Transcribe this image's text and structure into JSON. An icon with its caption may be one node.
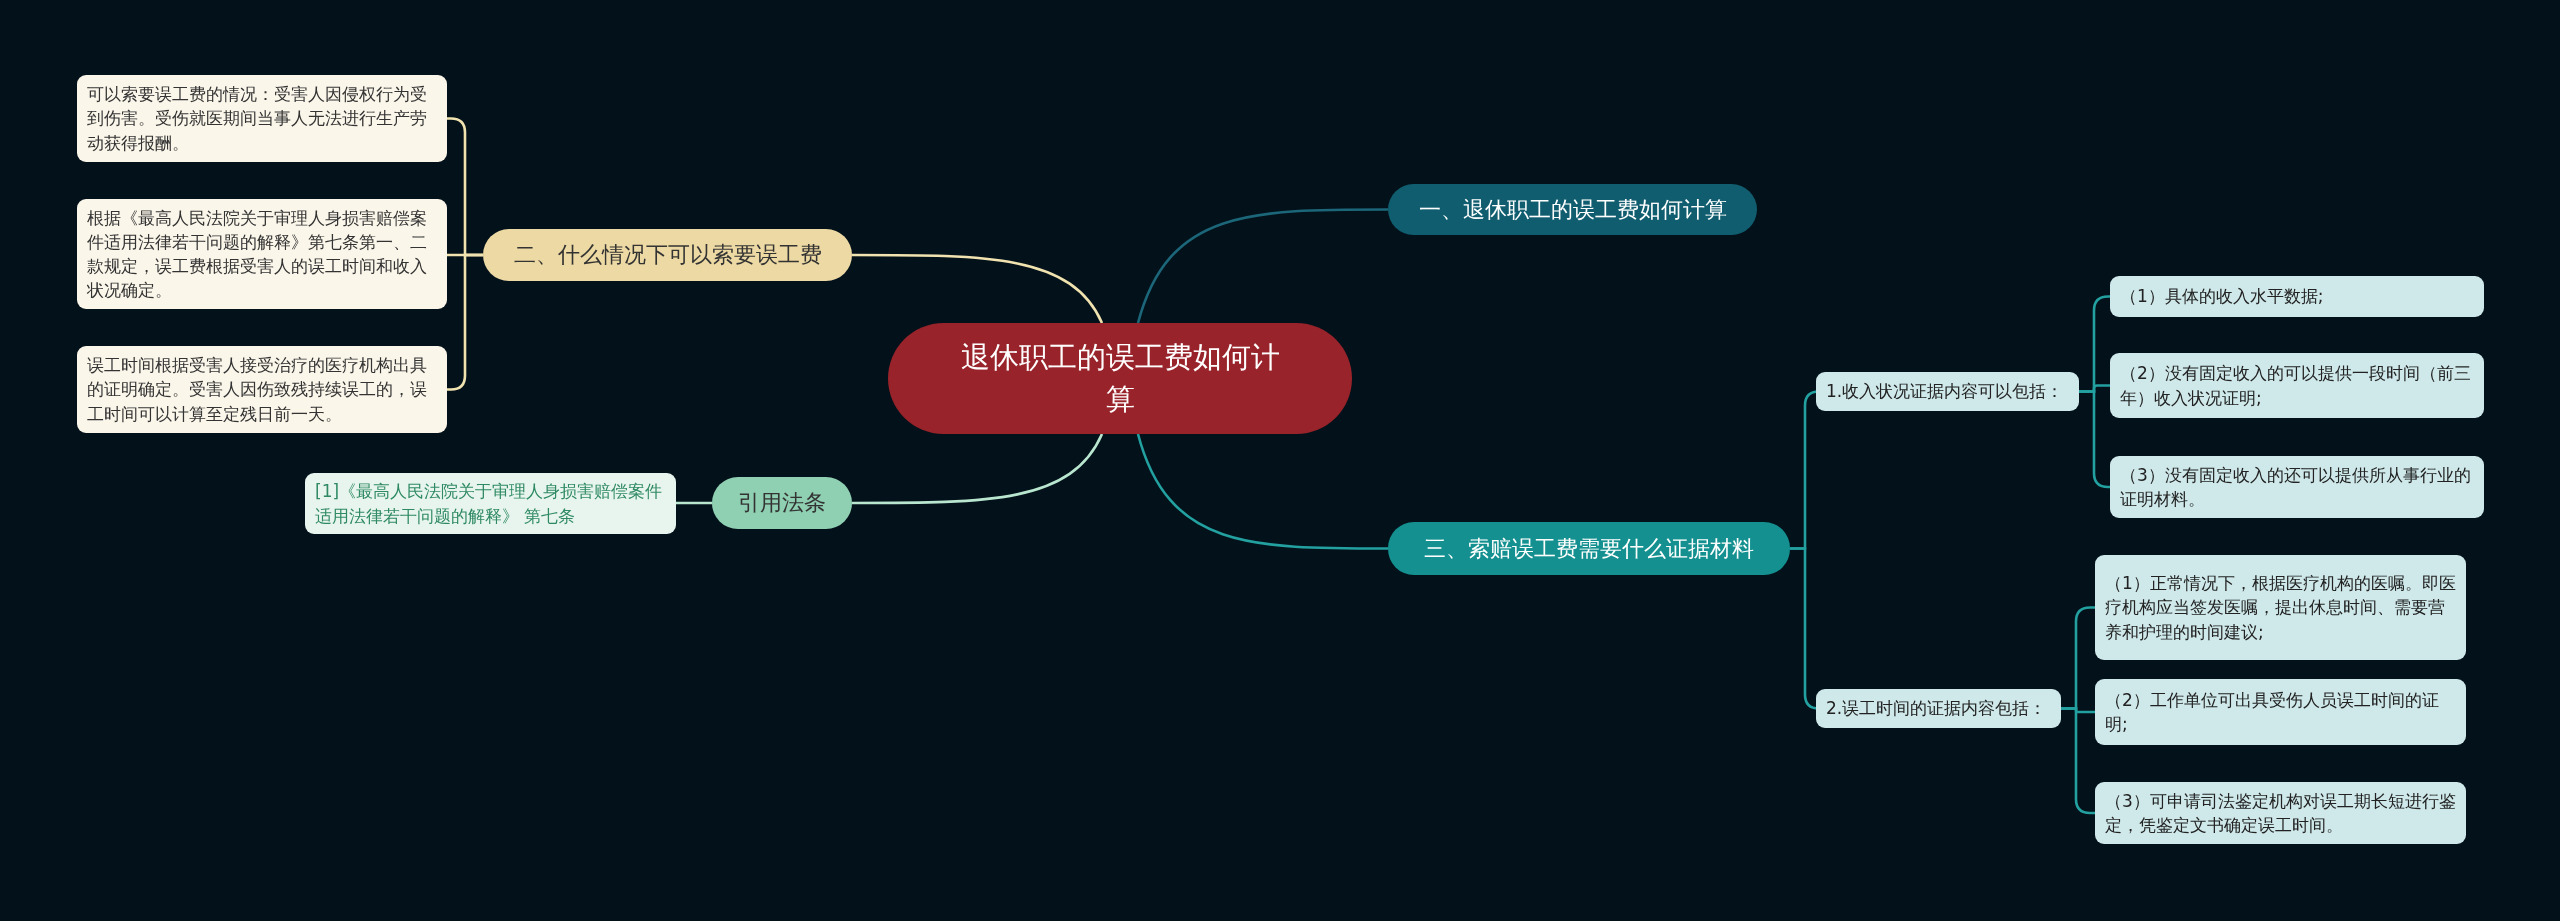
{
  "diagram": {
    "nodes": [
      {
        "text": [
          "退休职工的误工费如何计算"
        ]
      },
      {
        "text": [
          "一、退休职工的误工费如何计算"
        ]
      },
      {
        "text": [
          "二、什么情况下可以索要误工费"
        ]
      },
      {
        "text": [
          "可以索要误工费的情况：受害人因侵权行为受到伤害。受伤就医期间当事人无法进行生产劳动获得报酬。"
        ]
      },
      {
        "text": [
          "根据《最高人民法院关于审理人身损害赔偿案件适用法律若干问题的解释》第七条第一、二款规定，误工费根据受害人的误工时间和收入状况确定。"
        ]
      },
      {
        "text": [
          "误工时间根据受害人接受治疗的医疗机构出具的证明确定。受害人因伤致残持续误工的，误工时间可以计算至定残日前一天。"
        ]
      },
      {
        "text": [
          "引用法条"
        ]
      },
      {
        "text": [
          "[1]《最高人民法院关于审理人身损害赔偿案件适用法律若干问题的解释》 第七条"
        ]
      },
      {
        "text": [
          "三、索赔误工费需要什么证据材料"
        ]
      },
      {
        "text": [
          "1.收入状况证据内容可以包括："
        ]
      },
      {
        "text": [
          "（1）具体的收入水平数据;"
        ]
      },
      {
        "text": [
          "（2）没有固定收入的可以提供一段时间（前三年）收入状况证明;"
        ]
      },
      {
        "text": [
          "（3）没有固定收入的还可以提供所从事行业的证明材料。"
        ]
      },
      {
        "text": [
          "2.误工时间的证据内容包括："
        ]
      },
      {
        "text": [
          "（1）正常情况下，根据医疗机构的医嘱。即医疗机构应当签发医嘱，提出休息时间、需要营养和护理的时间建议;"
        ]
      },
      {
        "text": [
          "（2）工作单位可出具受伤人员误工时间的证明;"
        ]
      },
      {
        "text": [
          "（3）可申请司法鉴定机构对误工期长短进行鉴定，凭鉴定文书确定误工时间。"
        ]
      }
    ],
    "edges": [
      {
        "from": 0,
        "to": 1,
        "arrow": "none",
        "color": "#1b6678"
      },
      {
        "from": 0,
        "to": 2,
        "arrow": "none",
        "color": "#f1e3b0"
      },
      {
        "from": 2,
        "to": 3,
        "arrow": "none",
        "color": "#f1e3b0"
      },
      {
        "from": 2,
        "to": 4,
        "arrow": "none",
        "color": "#f1e3b0"
      },
      {
        "from": 2,
        "to": 5,
        "arrow": "none",
        "color": "#f1e3b0"
      },
      {
        "from": 0,
        "to": 6,
        "arrow": "none",
        "color": "#b8e6cf"
      },
      {
        "from": 6,
        "to": 7,
        "arrow": "none",
        "color": "#b8e6cf"
      },
      {
        "from": 0,
        "to": 8,
        "arrow": "none"
      },
      {
        "from": 8,
        "to": 9,
        "arrow": "none"
      },
      {
        "from": 9,
        "to": 10,
        "arrow": "none"
      },
      {
        "from": 9,
        "to": 11,
        "arrow": "none"
      },
      {
        "from": 9,
        "to": 12,
        "arrow": "none"
      },
      {
        "from": 8,
        "to": 13,
        "arrow": "none"
      },
      {
        "from": 13,
        "to": 14,
        "arrow": "none"
      },
      {
        "from": 13,
        "to": 15,
        "arrow": "none"
      },
      {
        "from": 13,
        "to": 16,
        "arrow": "none"
      }
    ]
  }
}
